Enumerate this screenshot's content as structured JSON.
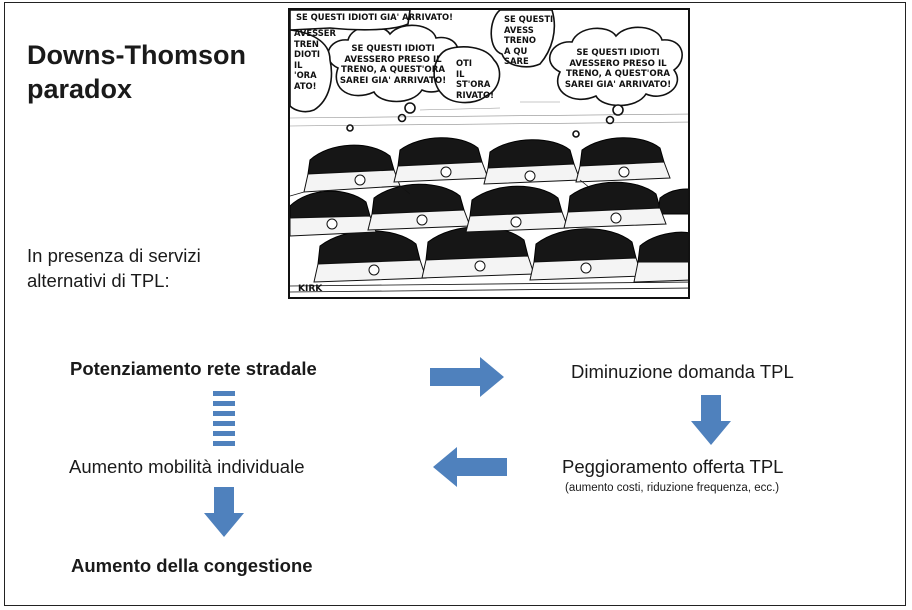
{
  "slide": {
    "title": "Downs-Thomson\nparadox",
    "intro": "In presenza di servizi\nalternativi di TPL:"
  },
  "cartoon": {
    "bubble_left": "SE QUESTI IDIOTI\nAVESSERO PRESO IL\nTRENO, A QUEST'ORA\nSAREI GIA' ARRIVATO!",
    "bubble_right": "SE QUESTI IDIOTI\nAVESSERO PRESO IL\nTRENO, A QUEST'ORA\nSAREI GIA' ARRIVATO!",
    "frag_top_left": "SE QUESTI IDIOTI GIA' ARRIVATO!",
    "frag_left_side": "AVESSER\nTREN\nDIOTI\nIL\n'ORA\nATO!",
    "frag_middle": "OTI\nIL\nST'ORA\nRIVATO!",
    "frag_top_right": "SE QUESTI\nAVESS\nTRENO\nA QU\nSARE",
    "signature": "KIRK"
  },
  "diagram": {
    "node_road": "Potenziamento rete stradale",
    "node_demand": "Diminuzione domanda TPL",
    "node_service": "Peggioramento offerta TPL",
    "node_service_note": "(aumento costi, riduzione frequenza, ecc.)",
    "node_mobility": "Aumento mobilità individuale",
    "node_congestion": "Aumento della congestione"
  },
  "colors": {
    "arrow": "#4f81bd",
    "text": "#1a1a1a",
    "border": "#222222"
  }
}
